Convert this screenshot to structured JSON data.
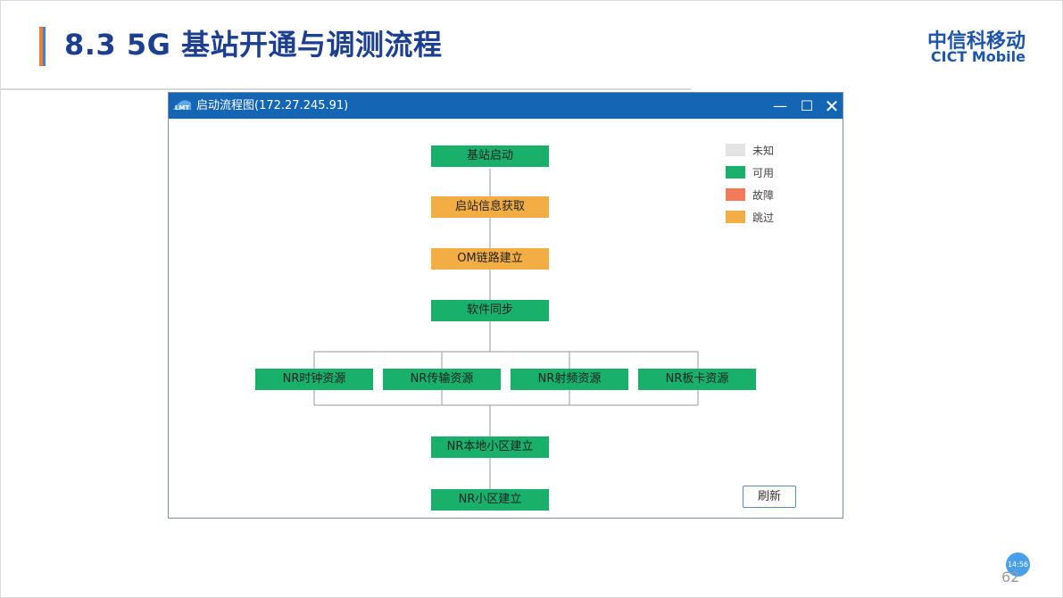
{
  "slide": {
    "title": "8.3 5G 基站开通与调测流程",
    "logo_cn": "中信科移动",
    "logo_en": "CICT Mobile",
    "page_number": "62",
    "time_badge": "14:56"
  },
  "window": {
    "title": "启动流程图(172.27.245.91)",
    "app_logo_text": "LMT",
    "min_glyph": "—",
    "max_glyph": "☐",
    "close_glyph": "✕"
  },
  "colors": {
    "unknown": "#e3e3e3",
    "available": "#18b06a",
    "fault": "#f47a5a",
    "skipped": "#f3ad45",
    "titlebar": "#1565b5"
  },
  "flow": {
    "nodes": [
      {
        "label": "基站启动",
        "status": "available"
      },
      {
        "label": "启站信息获取",
        "status": "skipped"
      },
      {
        "label": "OM链路建立",
        "status": "skipped"
      },
      {
        "label": "软件同步",
        "status": "available"
      },
      {
        "label": "NR时钟资源",
        "status": "available"
      },
      {
        "label": "NR传输资源",
        "status": "available"
      },
      {
        "label": "NR射频资源",
        "status": "available"
      },
      {
        "label": "NR板卡资源",
        "status": "available"
      },
      {
        "label": "NR本地小区建立",
        "status": "available"
      },
      {
        "label": "NR小区建立",
        "status": "available"
      }
    ]
  },
  "legend": [
    {
      "label": "未知",
      "status": "unknown"
    },
    {
      "label": "可用",
      "status": "available"
    },
    {
      "label": "故障",
      "status": "fault"
    },
    {
      "label": "跳过",
      "status": "skipped"
    }
  ],
  "refresh_label": "刷新"
}
